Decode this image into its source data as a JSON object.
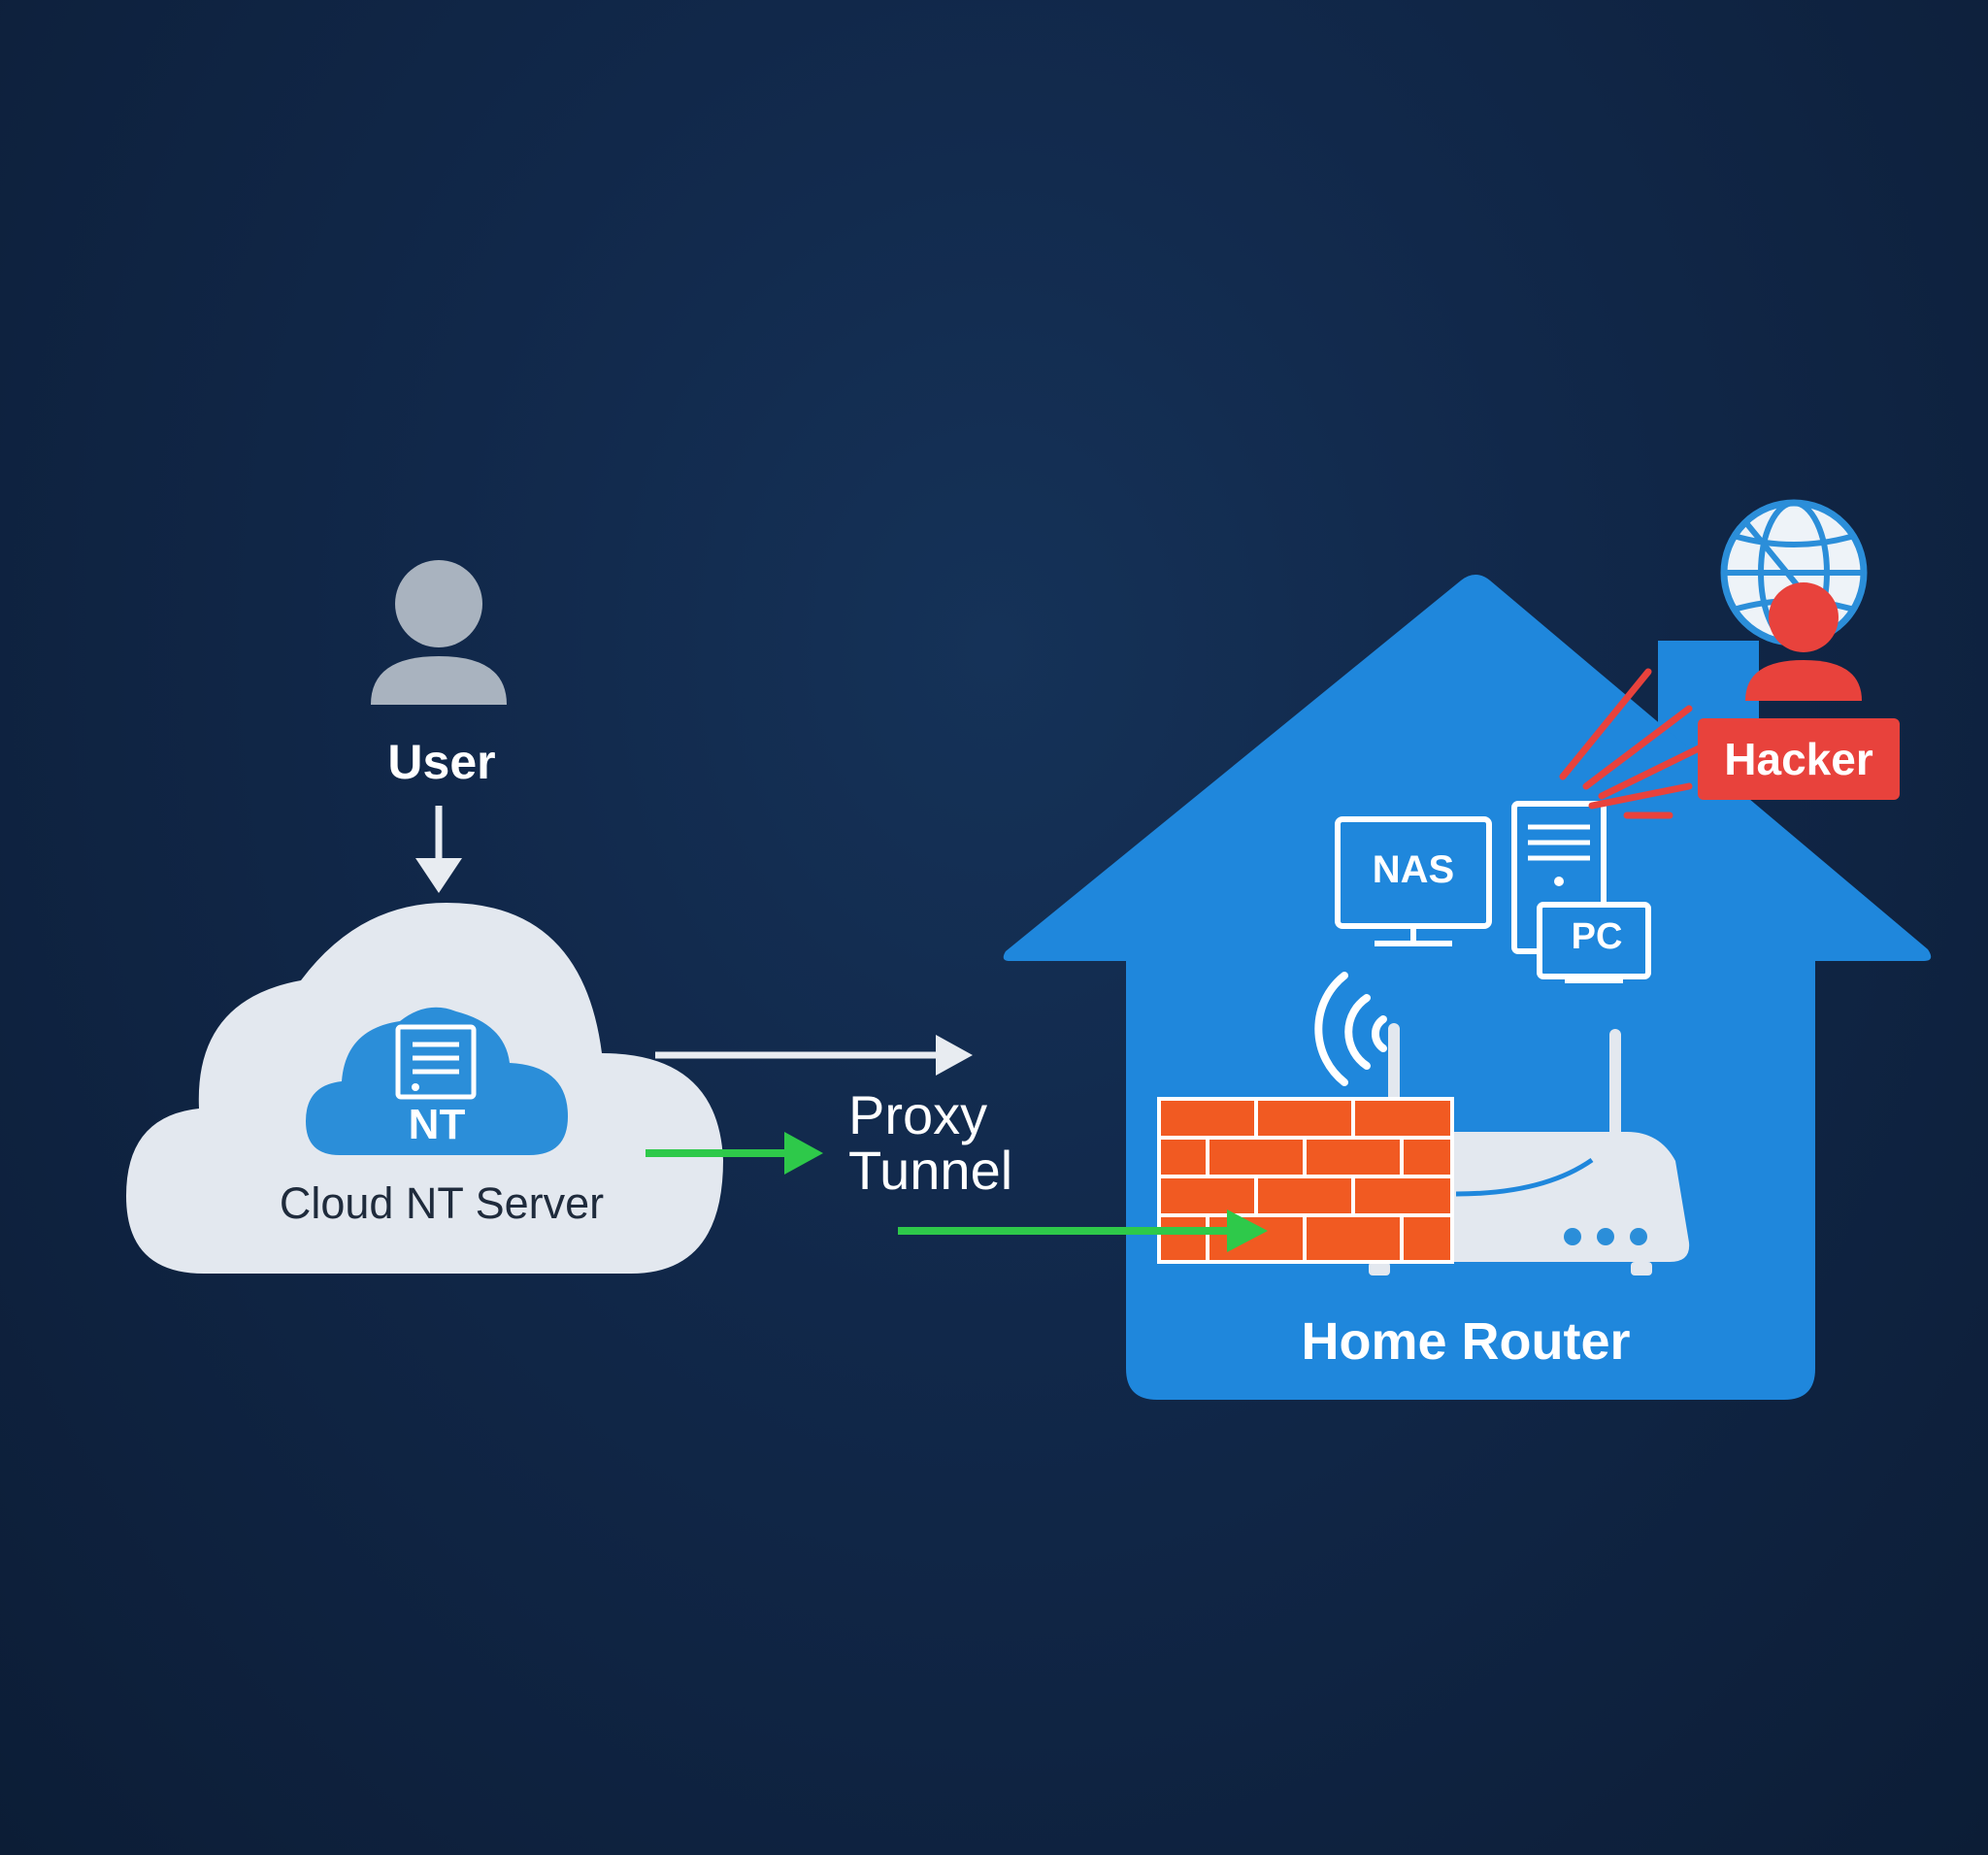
{
  "nodes": {
    "user": {
      "label": "User"
    },
    "cloud": {
      "label": "Cloud NT Server",
      "badge": "NT"
    },
    "tunnel": {
      "label_line1": "Proxy",
      "label_line2": "Tunnel"
    },
    "home": {
      "label": "Home Router"
    },
    "nas": {
      "label": "NAS"
    },
    "pc": {
      "label": "PC"
    },
    "hacker": {
      "label": "Hacker"
    }
  },
  "colors": {
    "house": "#1f87dc",
    "cloud": "#e3e8ef",
    "nt_cloud": "#2b8ed9",
    "user_icon": "#a9b3bf",
    "arrow_white": "#e8ecf1",
    "arrow_green": "#2ec94a",
    "brick": "#f15a22",
    "hacker_red": "#e8423c",
    "background": "#11284a"
  }
}
